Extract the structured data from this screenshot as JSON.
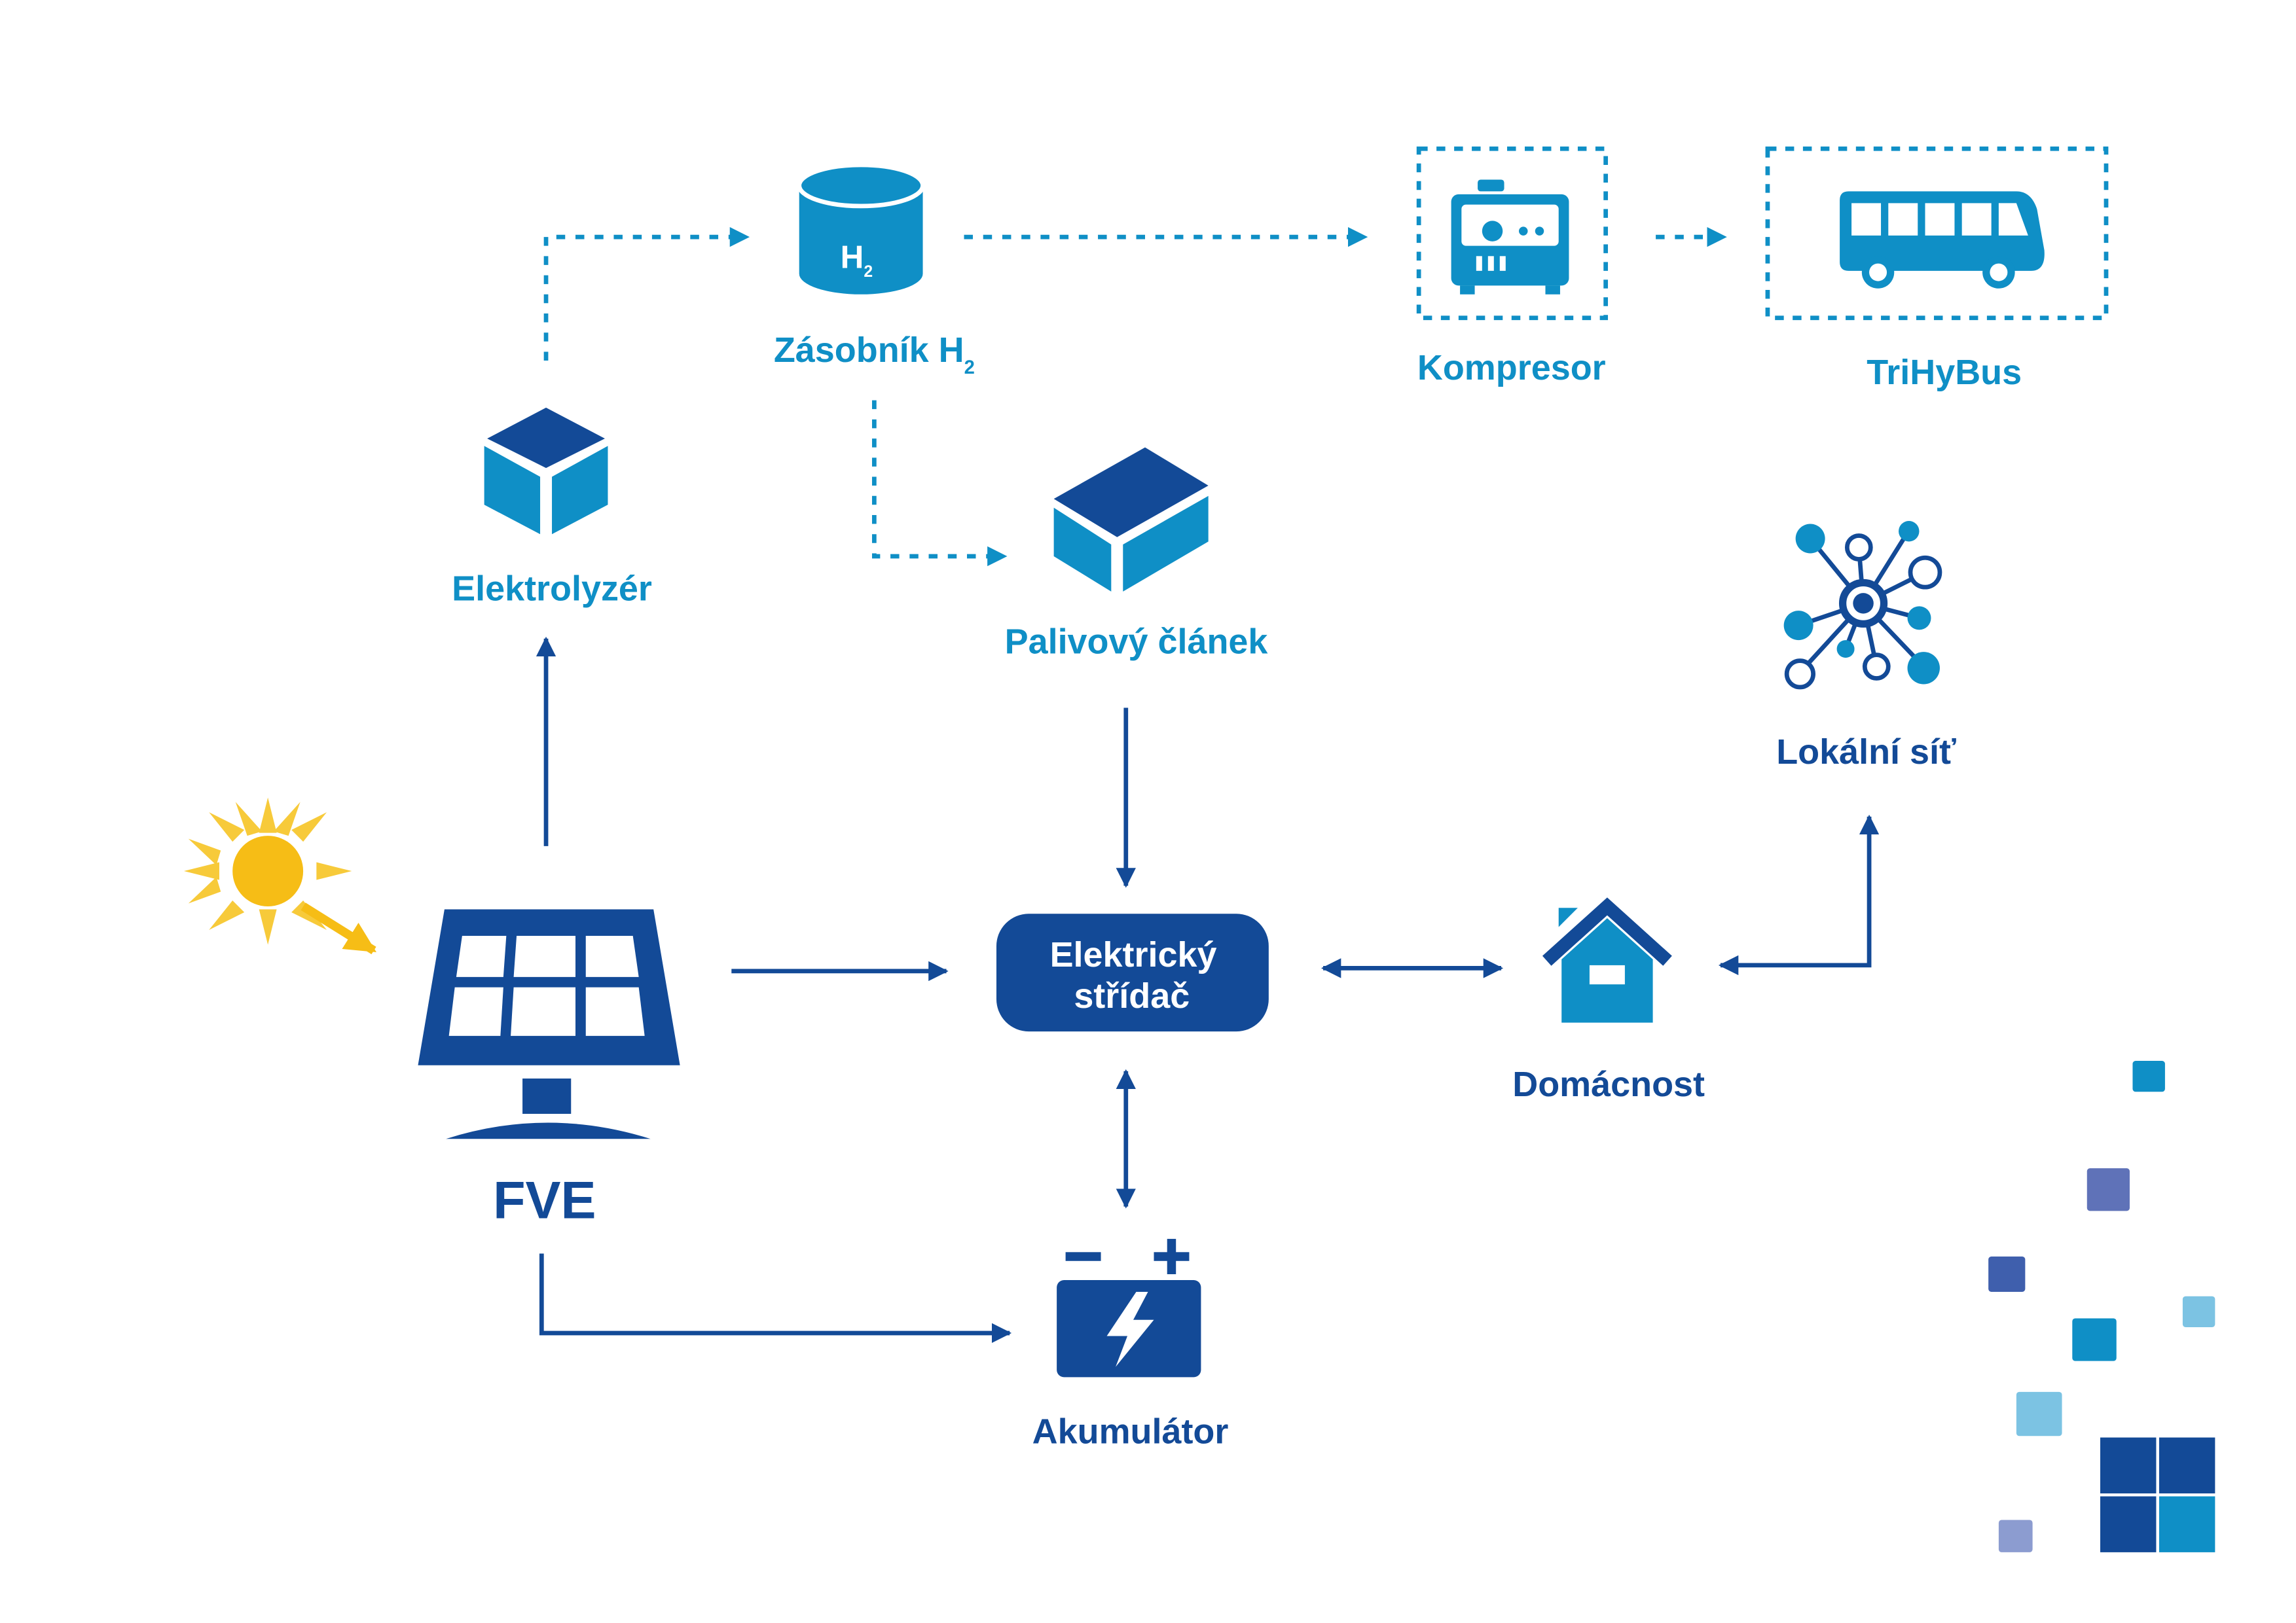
{
  "colors": {
    "navy": "#134a97",
    "cyan": "#0f8fc6",
    "light_cyan": "#7cc3e3",
    "sun": "#f6bd16",
    "sun_ray": "#f7ca3a",
    "decor_purple": "#5f72b8"
  },
  "nodes": {
    "fve": {
      "label": "FVE",
      "icon": "solar-panel-icon"
    },
    "elektrolyzer": {
      "label": "Elektrolyzér",
      "icon": "cube-icon"
    },
    "zasobnik": {
      "label": "Zásobník H",
      "sub": "2",
      "icon": "hydrogen-tank-icon",
      "icon_text": "H",
      "icon_sub": "2"
    },
    "kompresor": {
      "label": "Kompresor",
      "icon": "compressor-icon"
    },
    "trihybus": {
      "label": "TriHyBus",
      "icon": "bus-icon"
    },
    "palivovy": {
      "label": "Palivový článek",
      "icon": "fuel-cell-icon"
    },
    "stridac": {
      "label_line1": "Elektrický",
      "label_line2": "střídač"
    },
    "domacnost": {
      "label": "Domácnost",
      "icon": "house-icon"
    },
    "lokalni": {
      "label": "Lokální síť",
      "icon": "network-icon"
    },
    "akumulator": {
      "label": "Akumulátor",
      "icon": "battery-icon"
    }
  },
  "sun": {
    "icon": "sun-icon"
  },
  "decoration": {
    "icon": "decorative-squares"
  }
}
